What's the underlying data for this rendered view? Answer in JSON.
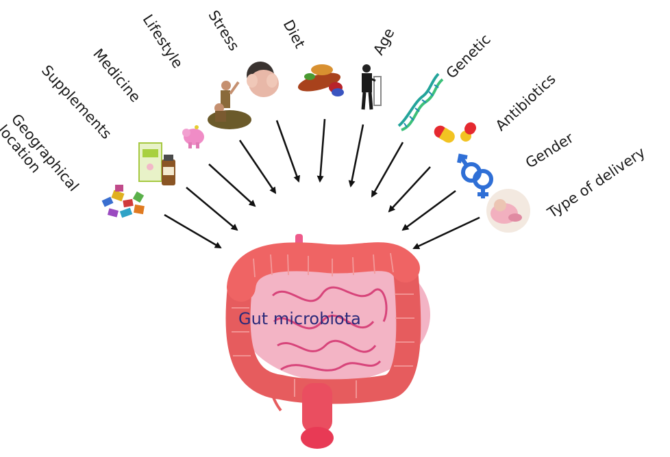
{
  "center": {
    "label": "Gut microbiota"
  },
  "factors": [
    {
      "label": "Geographical\nlocation",
      "icon": "map-puzzle-icon"
    },
    {
      "label": "Supplements",
      "icon": "supplement-box-icon"
    },
    {
      "label": "Medicine",
      "icon": "pill-bottle-icon"
    },
    {
      "label": "Lifestyle",
      "icon": "piggy-bank-icon"
    },
    {
      "label": "Stress",
      "icon": "stressed-person-icon"
    },
    {
      "label": "Diet",
      "icon": "food-icon"
    },
    {
      "label": "Age",
      "icon": "elderly-walker-icon"
    },
    {
      "label": "Genetic",
      "icon": "dna-icon"
    },
    {
      "label": "Antibiotics",
      "icon": "capsule-icon"
    },
    {
      "label": "Gender",
      "icon": "gender-symbol-icon"
    },
    {
      "label": "Type of delivery",
      "icon": "newborn-icon"
    }
  ],
  "colors": {
    "intestine": "#ef6464",
    "small_intestine": "#e98fb0",
    "center_text": "#2b2a7a"
  }
}
